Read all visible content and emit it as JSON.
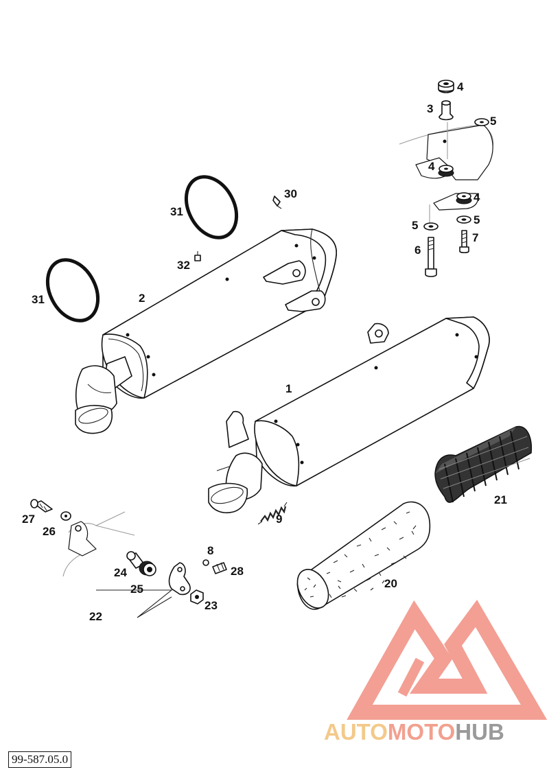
{
  "callouts": {
    "c1": "1",
    "c2": "2",
    "c3": "3",
    "c4a": "4",
    "c4b": "4",
    "c4c": "4",
    "c5a": "5",
    "c5b": "5",
    "c5c": "5",
    "c6": "6",
    "c7": "7",
    "c8": "8",
    "c9": "9",
    "c20": "20",
    "c21": "21",
    "c22": "22",
    "c23": "23",
    "c24": "24",
    "c25": "25",
    "c26": "26",
    "c27": "27",
    "c28": "28",
    "c30": "30",
    "c31a": "31",
    "c31b": "31",
    "c32": "32"
  },
  "reference_code": "99-587.05.0",
  "watermark": {
    "part_a": "AUTO",
    "part_b": "MOTO",
    "part_c": "HUB",
    "colors": {
      "logo": "#f08a7c",
      "auto": "#f3c98a",
      "moto": "#f2a08f",
      "hub": "#9a9a9a"
    }
  }
}
